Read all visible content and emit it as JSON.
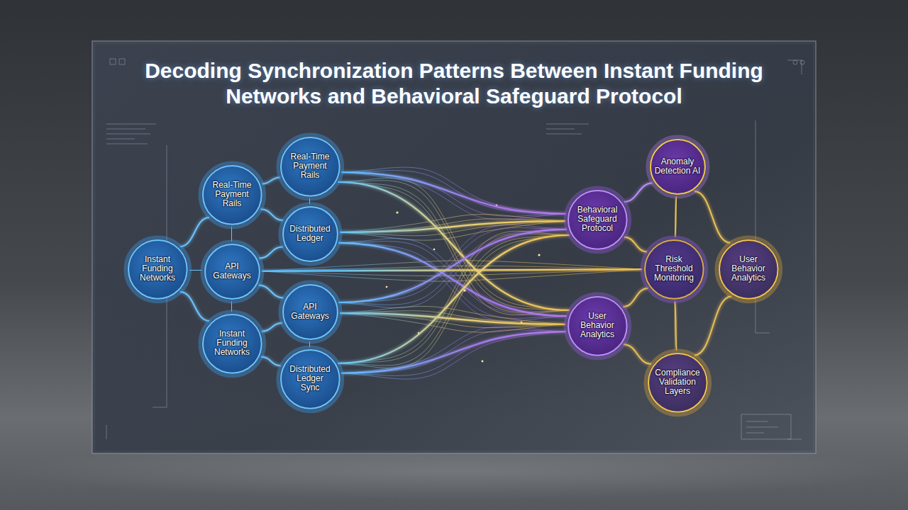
{
  "diagram": {
    "title": "Decoding Synchronization Patterns Between Instant Funding Networks and Behavioral Safeguard Protocol",
    "nodes": [
      {
        "text": [
          "Instant Funding Networks"
        ]
      },
      {
        "text": [
          "Real-Time Payment Rails"
        ]
      },
      {
        "text": [
          "API Gateways"
        ]
      },
      {
        "text": [
          "Instant Funding Networks"
        ]
      },
      {
        "text": [
          "Real-Time Payment Rails"
        ]
      },
      {
        "text": [
          "Distributed Ledger"
        ]
      },
      {
        "text": [
          "API Gateways"
        ]
      },
      {
        "text": [
          "Distributed Ledger Sync"
        ]
      },
      {
        "text": [
          "Anomaly Detection AI"
        ]
      },
      {
        "text": [
          "Behavioral Safeguard Protocol"
        ]
      },
      {
        "text": [
          "Risk Threshold Monitoring"
        ]
      },
      {
        "text": [
          "User Behavior Analytics"
        ]
      },
      {
        "text": [
          "User Behavior Analytics"
        ]
      },
      {
        "text": [
          "Compliance Validation Layers"
        ]
      }
    ],
    "edges": [
      {
        "from": 0,
        "to": 1,
        "arrow": "none"
      },
      {
        "from": 0,
        "to": 2,
        "arrow": "none"
      },
      {
        "from": 0,
        "to": 3,
        "arrow": "none"
      },
      {
        "from": 1,
        "to": 2,
        "arrow": "none"
      },
      {
        "from": 2,
        "to": 3,
        "arrow": "none"
      },
      {
        "from": 1,
        "to": 4,
        "arrow": "none"
      },
      {
        "from": 1,
        "to": 5,
        "arrow": "none"
      },
      {
        "from": 2,
        "to": 5,
        "arrow": "none"
      },
      {
        "from": 2,
        "to": 6,
        "arrow": "none"
      },
      {
        "from": 3,
        "to": 6,
        "arrow": "none"
      },
      {
        "from": 3,
        "to": 7,
        "arrow": "none"
      },
      {
        "from": 4,
        "to": 5,
        "arrow": "none"
      },
      {
        "from": 6,
        "to": 7,
        "arrow": "none"
      },
      {
        "from": 4,
        "to": 9,
        "arrow": "none"
      },
      {
        "from": 5,
        "to": 9,
        "arrow": "none"
      },
      {
        "from": 4,
        "to": 12,
        "arrow": "none"
      },
      {
        "from": 5,
        "to": 12,
        "arrow": "none"
      },
      {
        "from": 6,
        "to": 9,
        "arrow": "none"
      },
      {
        "from": 7,
        "to": 12,
        "arrow": "none"
      },
      {
        "from": 6,
        "to": 12,
        "arrow": "none"
      },
      {
        "from": 7,
        "to": 9,
        "arrow": "none"
      },
      {
        "from": 2,
        "to": 10,
        "arrow": "none"
      },
      {
        "from": 9,
        "to": 8,
        "arrow": "none"
      },
      {
        "from": 9,
        "to": 10,
        "arrow": "none"
      },
      {
        "from": 12,
        "to": 10,
        "arrow": "none"
      },
      {
        "from": 8,
        "to": 10,
        "arrow": "none"
      },
      {
        "from": 10,
        "to": 11,
        "arrow": "none"
      },
      {
        "from": 8,
        "to": 11,
        "arrow": "none"
      },
      {
        "from": 13,
        "to": 11,
        "arrow": "none"
      },
      {
        "from": 10,
        "to": 13,
        "arrow": "none"
      },
      {
        "from": 9,
        "to": 12,
        "arrow": "none"
      },
      {
        "from": 12,
        "to": 13,
        "arrow": "none"
      }
    ]
  }
}
